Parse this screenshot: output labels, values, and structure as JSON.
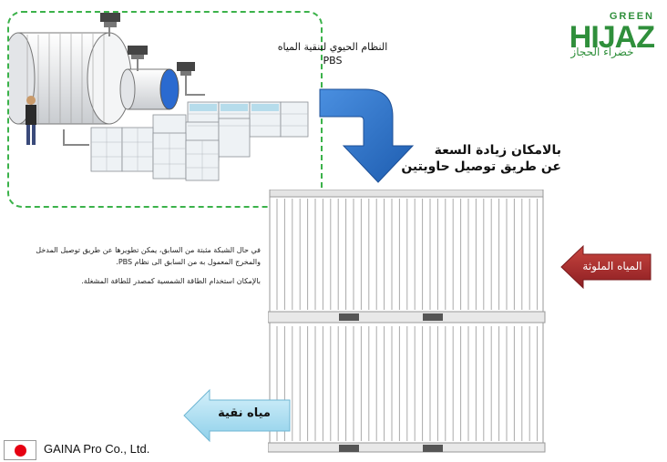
{
  "system": {
    "title_line1": "النظام الحيوي لتنقية المياه",
    "title_line2": "PBS"
  },
  "logo": {
    "word_green": "GREEN",
    "word_hijaz": "HIJAZ",
    "tagline": "خضراء الحجاز",
    "color": "#2f8f3b"
  },
  "expansion": {
    "line1": "بالامكان زيادة السعة",
    "line2": "عن طريق توصيل حاويتين"
  },
  "network_note": {
    "line1": "في حال الشبكة مثبتة من السابق، يمكن تطويرها عن طريق توصيل المدخل",
    "line2": "والمخرج المعمول به من السابق الى نظام PBS.",
    "line3": "بالإمكان استخدام الطاقة الشمسية كمصدر للطاقة المشغلة."
  },
  "arrows": {
    "polluted": {
      "label": "المياه الملوثة",
      "color": "#a8252a"
    },
    "clean": {
      "label": "مياه نقية",
      "color": "#a9dff0"
    },
    "flow_color": "#2f6fc0"
  },
  "footer": {
    "company": "GAINA Pro Co., Ltd."
  },
  "icons": {
    "flag": "japan-flag-icon"
  }
}
